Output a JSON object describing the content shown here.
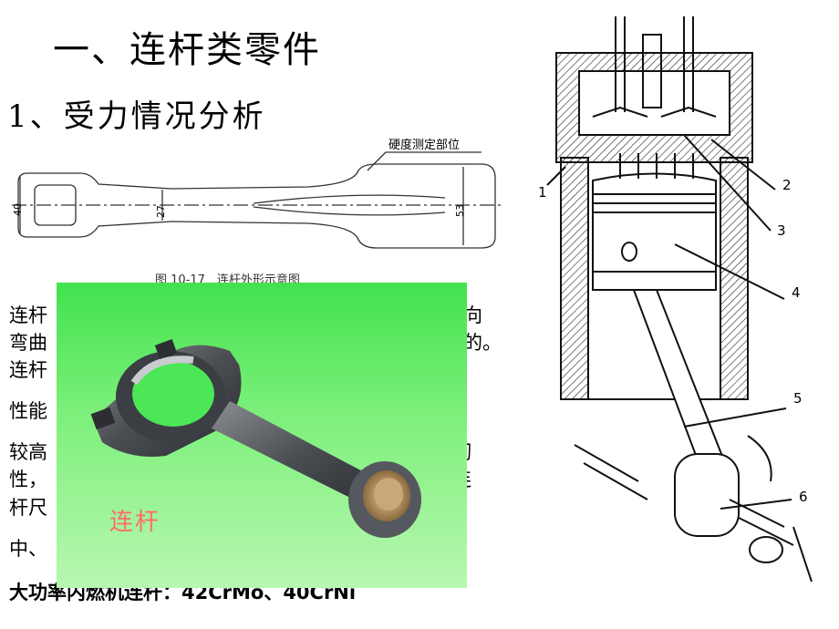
{
  "slide": {
    "title": "一、连杆类零件",
    "subtitle": "1、受力情况分析"
  },
  "drawing": {
    "note": "硬度测定部位",
    "dims": [
      "40",
      "27",
      "53"
    ],
    "caption": "图 10-17　连杆外形示意图"
  },
  "body": {
    "lines": [
      {
        "left": "连杆",
        "right": "向"
      },
      {
        "left": "弯曲",
        "right": "的。"
      },
      {
        "left": "连杆",
        "right": ""
      },
      {
        "left": "性能",
        "right": ""
      },
      {
        "left": "较高",
        "right": "韧"
      },
      {
        "left": "性，",
        "right": "连"
      },
      {
        "left": "杆尺",
        "right": ""
      },
      {
        "left": "中、",
        "right": ""
      }
    ],
    "last_line": "大功率内燃机连杆：42CrMo、40CrNi"
  },
  "photo": {
    "label": "连杆"
  },
  "engine": {
    "callouts": [
      "1",
      "2",
      "3",
      "4",
      "5",
      "6"
    ]
  }
}
